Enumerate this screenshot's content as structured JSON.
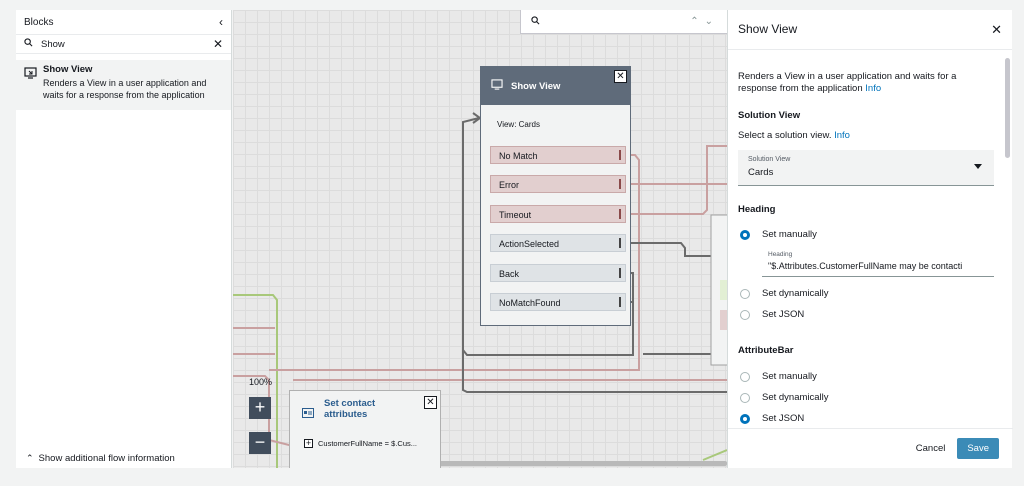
{
  "left_panel": {
    "title": "Blocks",
    "search_value": "Show",
    "result": {
      "title": "Show View",
      "description": "Renders a View in a user application and waits for a response from the application"
    },
    "footer": "Show additional flow information"
  },
  "canvas": {
    "zoom": "100%",
    "show_view_block": {
      "title": "Show View",
      "view_label": "View: Cards",
      "branches": [
        {
          "label": "No Match",
          "kind": "error"
        },
        {
          "label": "Error",
          "kind": "error"
        },
        {
          "label": "Timeout",
          "kind": "error"
        },
        {
          "label": "ActionSelected",
          "kind": "ok"
        },
        {
          "label": "Back",
          "kind": "ok"
        },
        {
          "label": "NoMatchFound",
          "kind": "ok"
        }
      ]
    },
    "contact_block": {
      "title_line1": "Set contact",
      "title_line2": "attributes",
      "row": "CustomerFullName = $.Cus..."
    },
    "colors": {
      "error_wire": "#c9a0a0",
      "ok_wire": "#6b6b6b",
      "green_wire": "#a8c87a"
    }
  },
  "right_panel": {
    "title": "Show View",
    "description": "Renders a View in a user application and waits for a response from the application",
    "info": "Info",
    "solution_view_heading": "Solution View",
    "solution_view_prompt": "Select a solution view.",
    "select_label": "Solution View",
    "select_value": "Cards",
    "heading_section": "Heading",
    "heading_options": [
      "Set manually",
      "Set dynamically",
      "Set JSON"
    ],
    "heading_selected": 0,
    "heading_field_label": "Heading",
    "heading_field_value": "\"$.Attributes.CustomerFullName may be contacti",
    "attributebar_section": "AttributeBar",
    "attributebar_options": [
      "Set manually",
      "Set dynamically",
      "Set JSON"
    ],
    "attributebar_selected": 2,
    "cancel": "Cancel",
    "save": "Save"
  }
}
